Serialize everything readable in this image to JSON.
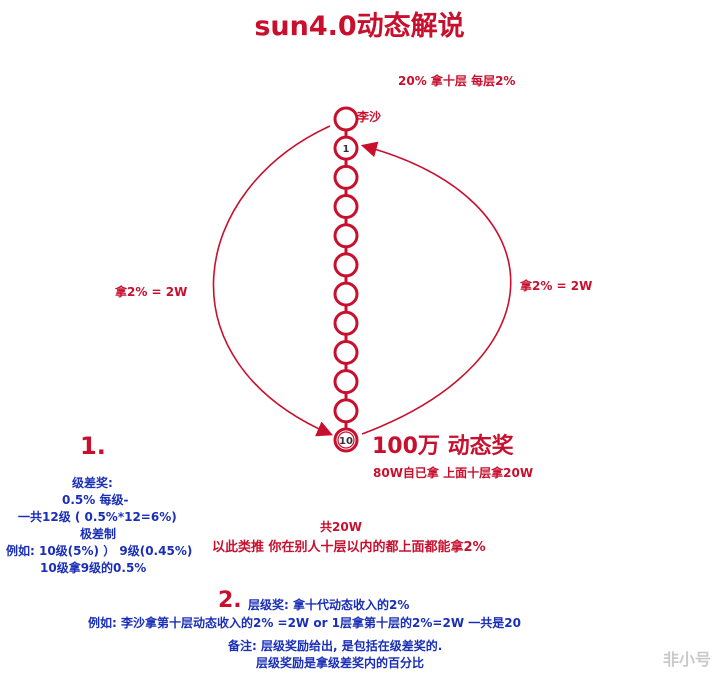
{
  "title": "sun4.0动态解说",
  "top_note": "20% 拿十层 每层2%",
  "person_label": "李沙",
  "first_node": "1",
  "last_node": "10",
  "left_arrow_label": "拿2% = 2W",
  "right_arrow_label": "拿2% = 2W",
  "bonus_title": "100万 动态奖",
  "bonus_sub": "80W自已拿 上面十层拿20W",
  "total_line": "共20W",
  "analogy_line": "以此类推 你在别人十层以内的都上面都能拿2%",
  "section1": {
    "number": "1.",
    "lines": [
      "级差奖:",
      "0.5%  每级-",
      "一共12级 ( 0.5%*12=6%)",
      "极差制",
      "例如: 10级(5%) ） 9级(0.45%)",
      "10级拿9级的0.5%"
    ]
  },
  "section2": {
    "number": "2.",
    "title": "层级奖:   拿十代动态收入的2%",
    "example": "例如: 李沙拿第十层动态收入的2% =2W   or  1层拿第十层的2%=2W  一共是20",
    "note_line1": "备注:  层级奖励给出, 是包括在级差奖的.",
    "note_line2": "层级奖励是拿级差奖内的百分比"
  },
  "watermark": "非小号",
  "colors": {
    "red": "#c8102e",
    "blue": "#1a2fb8"
  }
}
